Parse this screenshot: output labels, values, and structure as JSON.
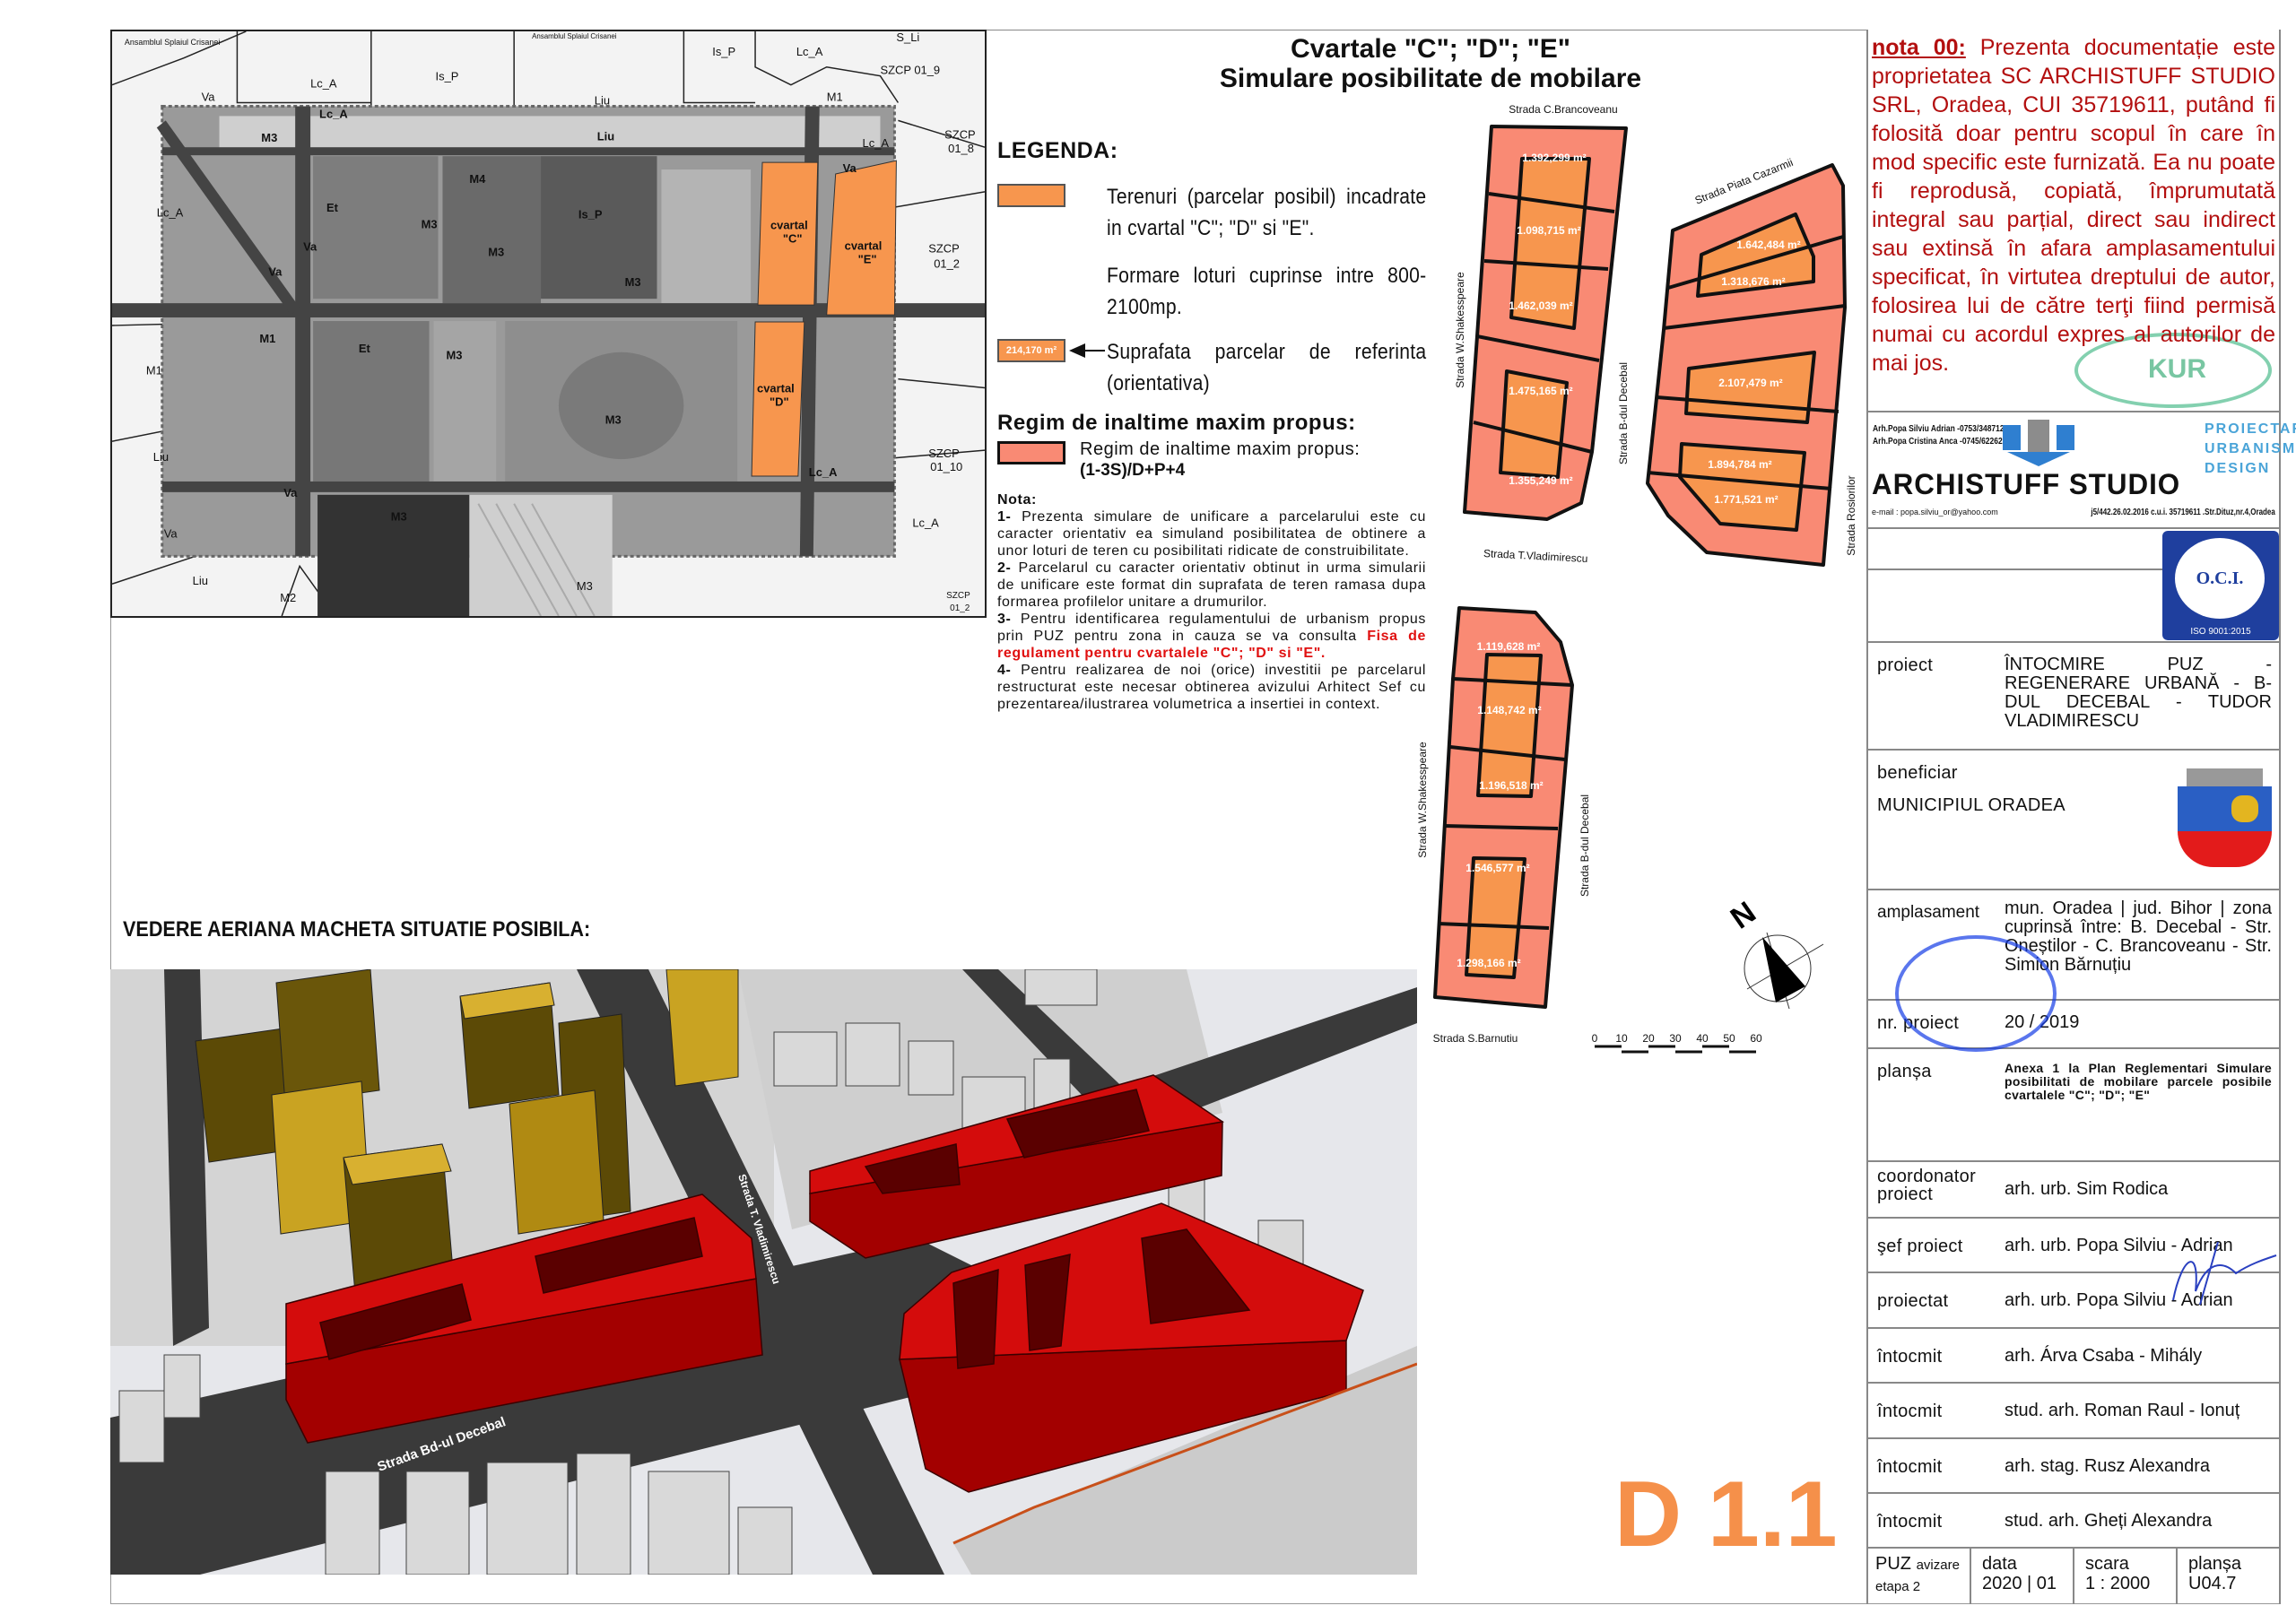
{
  "title": {
    "line1": "Cvartale  \"C\"; \"D\"; \"E\"",
    "line2": "Simulare posibilitate de mobilare"
  },
  "legend": {
    "heading": "LEGENDA:",
    "item1_line1": "Terenuri (parcelar posibil) incadrate in cvartal \"C\"; \"D\" si \"E\".",
    "item1_line2": "Formare loturi cuprinse intre 800-2100mp.",
    "item2_swatch": "214,170 m²",
    "item2_text": "Suprafata parcelar de referinta (orientativa)",
    "regim_heading": "Regim de inaltime maxim propus:",
    "regim_text": "Regim de inaltime maxim propus:",
    "regim_value": "(1-3S)/D+P+4",
    "colors": {
      "parcel": "#f7964e",
      "regim": "#f98a74"
    }
  },
  "notes": {
    "heading": "Nota:",
    "n1_num": "1-",
    "n1": "Prezenta simulare de unificare a parcelarului este cu caracter orientativ ea simuland posibilitatea de obtinere a unor loturi de teren cu posibilitati ridicate de construibilitate.",
    "n2_num": "2-",
    "n2": "Parcelarul cu caracter orientativ obtinut in urma simularii de unificare este format din suprafata de teren ramasa dupa formarea profilelor unitare a drumurilor.",
    "n3_num": "3-",
    "n3": "Pentru identificarea regulamentului de urbanism propus prin PUZ pentru zona in cauza se va consulta ",
    "n3_red": "Fisa de regulament pentru cvartalele \"C\"; \"D\" si \"E\".",
    "n4_num": "4-",
    "n4": "Pentru realizarea de noi (orice) investitii pe parcelarul restructurat este necesar obtinerea avizului Arhitect Sef cu prezentarea/ilustrarea volumetrica a insertiei in context."
  },
  "map": {
    "labels": [
      "Ansamblul Splaiul Crisanei",
      "Ansamblul Splaiul Crisanei",
      "Is_P",
      "Is_P",
      "Lc_A",
      "S_Li",
      "SZCP 01_9",
      "Lc_A",
      "Va",
      "Liu",
      "Lc_A",
      "M1",
      "SZCP",
      "01_8",
      "M3",
      "Liu",
      "Lc_A",
      "Va",
      "M4",
      "Lc_A",
      "Et",
      "M3",
      "Is_P",
      "M3",
      "Va",
      "Va",
      "M3",
      "cvartal",
      "\"C\"",
      "cvartal",
      "\"E\"",
      "SZCP",
      "01_2",
      "M1",
      "M1",
      "Et",
      "M3",
      "cvartal",
      "\"D\"",
      "M3",
      "Liu",
      "SZCP",
      "01_10",
      "Lc_A",
      "Va",
      "Va",
      "M3",
      "Lc_A",
      "Liu",
      "M2",
      "M3",
      "SZCP",
      "01_2"
    ]
  },
  "parcels": {
    "streets": [
      "Strada C.Brancoveanu",
      "Strada W.Shakesspeare",
      "Strada B-dul Decebal",
      "Strada T.Vladimirescu",
      "Strada Piata Cazarmii",
      "Strada Rosiorilor",
      "Strada W.Shakesspeare",
      "Strada B-dul Decebal",
      "Strada S.Barnutiu"
    ],
    "areas": [
      "1.392,299 m²",
      "1.098,715 m²",
      "1.462,039 m²",
      "1.475,165 m²",
      "1.355,249 m²",
      "1.642,484 m²",
      "1.318,676 m²",
      "2.107,479 m²",
      "1.894,784 m²",
      "1.771,521 m²",
      "1.119,628 m²",
      "1.148,742 m²",
      "1.196,518 m²",
      "1.546,577 m²",
      "1.298,166 m²"
    ],
    "north": "N",
    "scale_ticks": [
      "0",
      "10",
      "20",
      "30",
      "40",
      "50",
      "60"
    ]
  },
  "aerial": {
    "heading": "VEDERE AERIANA MACHETA SITUATIE POSIBILA:",
    "street1": "Strada Bd-ul Decebal",
    "street2": "Strada T. Vladimirescu"
  },
  "sheet_code": "D 1.1",
  "panel": {
    "nota_label": "nota 00:",
    "nota_text": " Prezenta documentație este proprietatea SC ARCHISTUFF STUDIO SRL, Oradea, CUI 35719611, putând fi folosită doar pentru scopul în care în mod specific este furnizată. Ea nu poate fi reprodusă, copiată, împrumutată integral sau parțial, direct sau indirect sau extinsă în afara amplasamentului specificat, în virtutea dreptului de autor, folosirea lui de către terţi fiind permisă numai cu acordul expres al autorilor de mai jos.",
    "stamp_kur": "KUR",
    "logo": {
      "contact1": "Arh.Popa Silviu Adrian  -0753/348712",
      "contact2": "Arh.Popa Cristina Anca -0745/622629",
      "name": "ARCHISTUFF  STUDIO",
      "tag1": "PROIECTARE",
      "tag2": "URBANISM",
      "tag3": "DESIGN",
      "email": "e-mail : popa.silviu_or@yahoo.com",
      "reg": "j5/442.26.02.2016 c.u.i. 35719611 .Str.Dituz,nr.4,Oradea"
    },
    "oci": {
      "name": "O.C.I.",
      "iso": "ISO 9001:2015"
    },
    "rows": [
      {
        "label": "proiect",
        "value": "ÎNTOCMIRE PUZ - REGENERARE URBANĂ - B-DUL DECEBAL - TUDOR VLADIMIRESCU"
      },
      {
        "label": "beneficiar",
        "value": "MUNICIPIUL ORADEA"
      },
      {
        "label": "amplasament",
        "value": "mun. Oradea | jud. Bihor | zona cuprinsă între: B. Decebal - Str. Oneștilor - C. Brancoveanu - Str. Simion Bărnuțiu"
      },
      {
        "label": "nr. proiect",
        "value": "20 / 2019"
      },
      {
        "label": "planșa",
        "value": "Anexa 1 la Plan Reglementari Simulare posibilitati de mobilare parcele posibile cvartalele \"C\"; \"D\"; \"E\""
      },
      {
        "label": "coordonator proiect",
        "value": "arh. urb. Sim Rodica"
      },
      {
        "label": "şef proiect",
        "value": "arh. urb. Popa Silviu - Adrian"
      },
      {
        "label": "proiectat",
        "value": "arh. urb. Popa Silviu - Adrian"
      },
      {
        "label": "întocmit",
        "value": "arh. Árva Csaba - Mihály"
      },
      {
        "label": "întocmit",
        "value": "stud. arh. Roman Raul - Ionuț"
      },
      {
        "label": "întocmit",
        "value": "arh. stag. Rusz Alexandra"
      },
      {
        "label": "întocmit",
        "value": "stud. arh. Gheți Alexandra"
      }
    ],
    "footer": {
      "phase1": "PUZ",
      "phase2": "avizare",
      "phase3": "etapa 2",
      "data_label": "data",
      "data_value": "2020 | 01",
      "scara_label": "scara",
      "scara_value": "1 : 2000",
      "plansa_label": "planșa",
      "plansa_value": "U04.7"
    }
  }
}
